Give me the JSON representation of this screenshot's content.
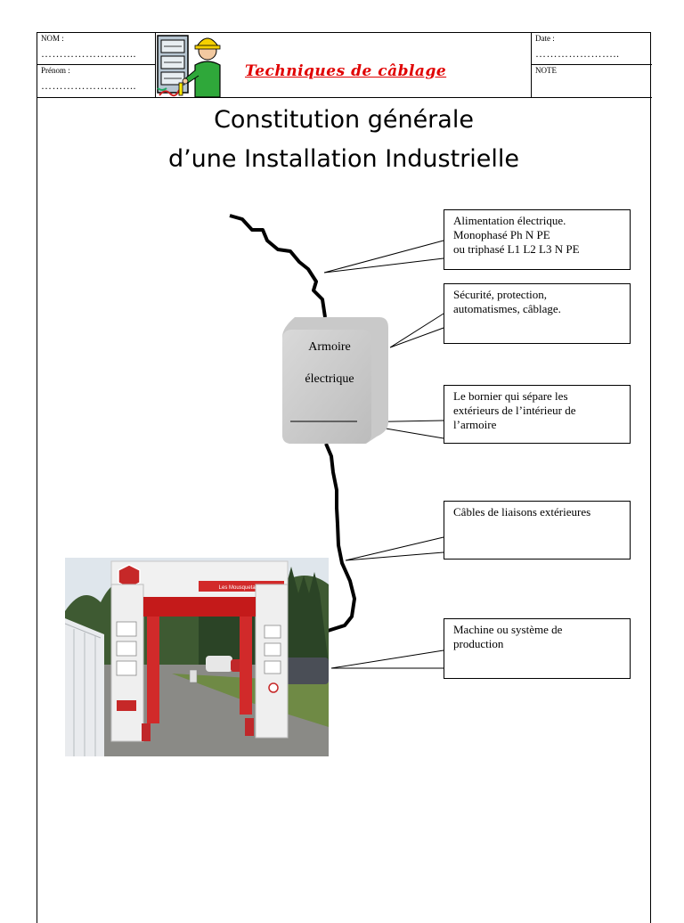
{
  "header": {
    "nom_label": "NOM :",
    "nom_dots": "……………………..",
    "prenom_label": "Prénom :",
    "prenom_dots": "……………………..",
    "subject": "Techniques de câblage",
    "date_label": "Date :",
    "date_dots": "…………………..",
    "note_label": "NOTE"
  },
  "title": {
    "line1": "Constitution générale",
    "line2": "d’une Installation Industrielle"
  },
  "cabinet": {
    "line1": "Armoire",
    "line2": "électrique"
  },
  "callouts": [
    {
      "lines": [
        "Alimentation électrique.",
        "Monophasé Ph N PE",
        "ou triphasé L1 L2 L3 N PE"
      ]
    },
    {
      "lines": [
        "Sécurité, protection,",
        "automatismes, câblage."
      ]
    },
    {
      "lines": [
        "Le bornier qui sépare les",
        "extérieurs de l’intérieur de",
        "l’armoire"
      ]
    },
    {
      "lines": [
        "Câbles de liaisons extérieures"
      ]
    },
    {
      "lines": [
        "Machine ou système de",
        "production"
      ]
    }
  ],
  "photo": {
    "gantry_sign": "Les Mousquetaires"
  }
}
